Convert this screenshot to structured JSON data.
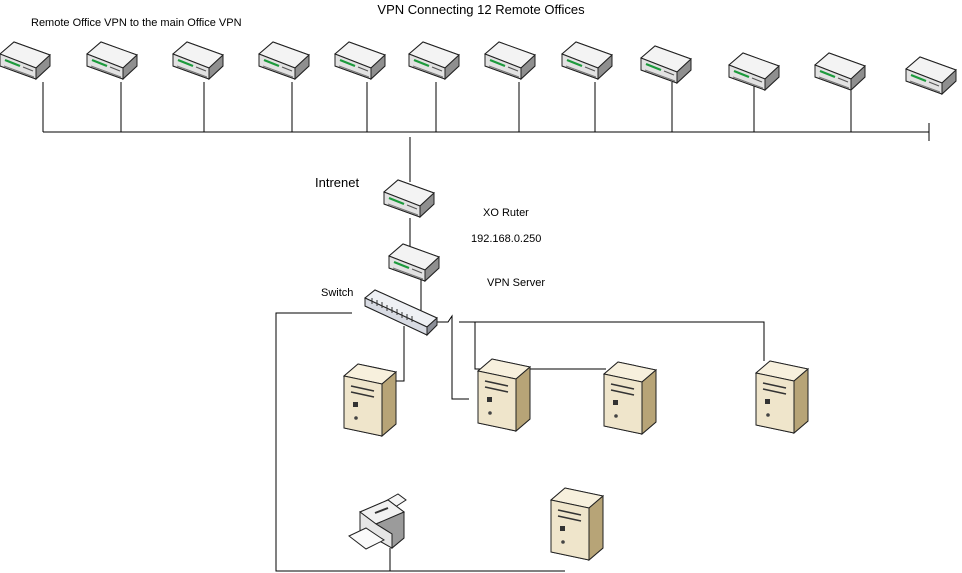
{
  "diagram": {
    "title": "VPN Connecting 12 Remote Offices",
    "remote_label": "Remote Office VPN to the main Office VPN",
    "internet_label": "Intrenet",
    "xo_router_label": "XO Ruter",
    "xo_router_ip": "192.168.0.250",
    "vpn_server_label": "VPN Server",
    "switch_label": "Switch",
    "remote_office_count": 12,
    "icons": {
      "remote": "router-icon",
      "internet": "router-icon",
      "xo_router": "router-icon",
      "switch": "switch-icon",
      "server": "server-tower-icon",
      "printer": "printer-icon"
    },
    "colors": {
      "router_top": "#f2f2f2",
      "router_side": "#9a9a9a",
      "router_led": "#1c9a3c",
      "server_body": "#efe3c6",
      "server_side": "#b9a67a"
    }
  }
}
